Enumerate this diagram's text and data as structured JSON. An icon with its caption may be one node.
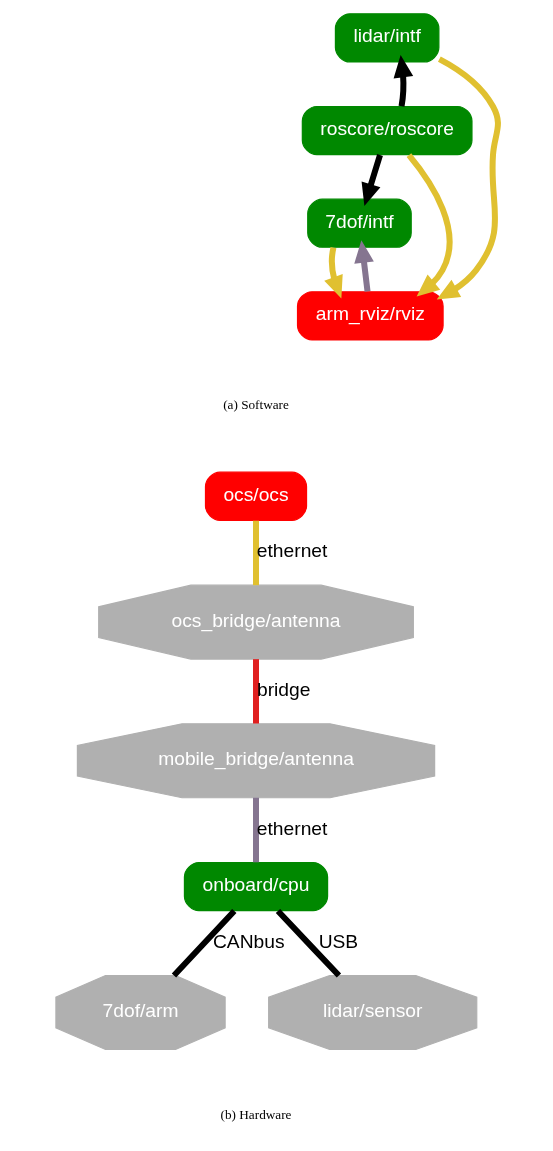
{
  "diagram": {
    "nodes": [
      {
        "text": [
          "lidar/intf"
        ]
      },
      {
        "text": [
          "7dof/intf"
        ]
      },
      {
        "text": [
          "roscore/roscore"
        ]
      },
      {
        "text": [
          "arm_rviz/rviz"
        ]
      },
      {
        "text": [
          "ocs/ocs"
        ]
      },
      {
        "text": [
          "ocs_bridge/antenna"
        ]
      },
      {
        "text": [
          "mobile_bridge/antenna"
        ]
      },
      {
        "text": [
          "onboard/cpu"
        ]
      },
      {
        "text": [
          "7dof/arm"
        ]
      },
      {
        "text": [
          "lidar/sensor"
        ]
      }
    ],
    "edges": [
      {
        "from": 2,
        "to": 0,
        "arrow": "to"
      },
      {
        "from": 2,
        "to": 1,
        "arrow": "to"
      },
      {
        "from": 0,
        "to": 3,
        "arrow": "to",
        "color": "#e0c030"
      },
      {
        "from": 2,
        "to": 3,
        "arrow": "to",
        "color": "#e0c030"
      },
      {
        "from": 3,
        "to": 1,
        "arrow": "to",
        "color": "#857590"
      },
      {
        "from": 1,
        "to": 3,
        "arrow": "to",
        "color": "#e0c030"
      },
      {
        "from": 4,
        "to": 5,
        "arrow": "none",
        "label": "ethernet",
        "color": "#e0c030"
      },
      {
        "from": 5,
        "to": 6,
        "arrow": "none",
        "label": "bridge",
        "color": "#e02020"
      },
      {
        "from": 6,
        "to": 7,
        "arrow": "none",
        "label": "ethernet",
        "color": "#857590"
      },
      {
        "from": 7,
        "to": 8,
        "arrow": "none",
        "label": "CANbus"
      },
      {
        "from": 7,
        "to": 9,
        "arrow": "none",
        "label": "USB"
      }
    ],
    "labels": [
      "(a) Software",
      "(b) Hardware"
    ]
  }
}
